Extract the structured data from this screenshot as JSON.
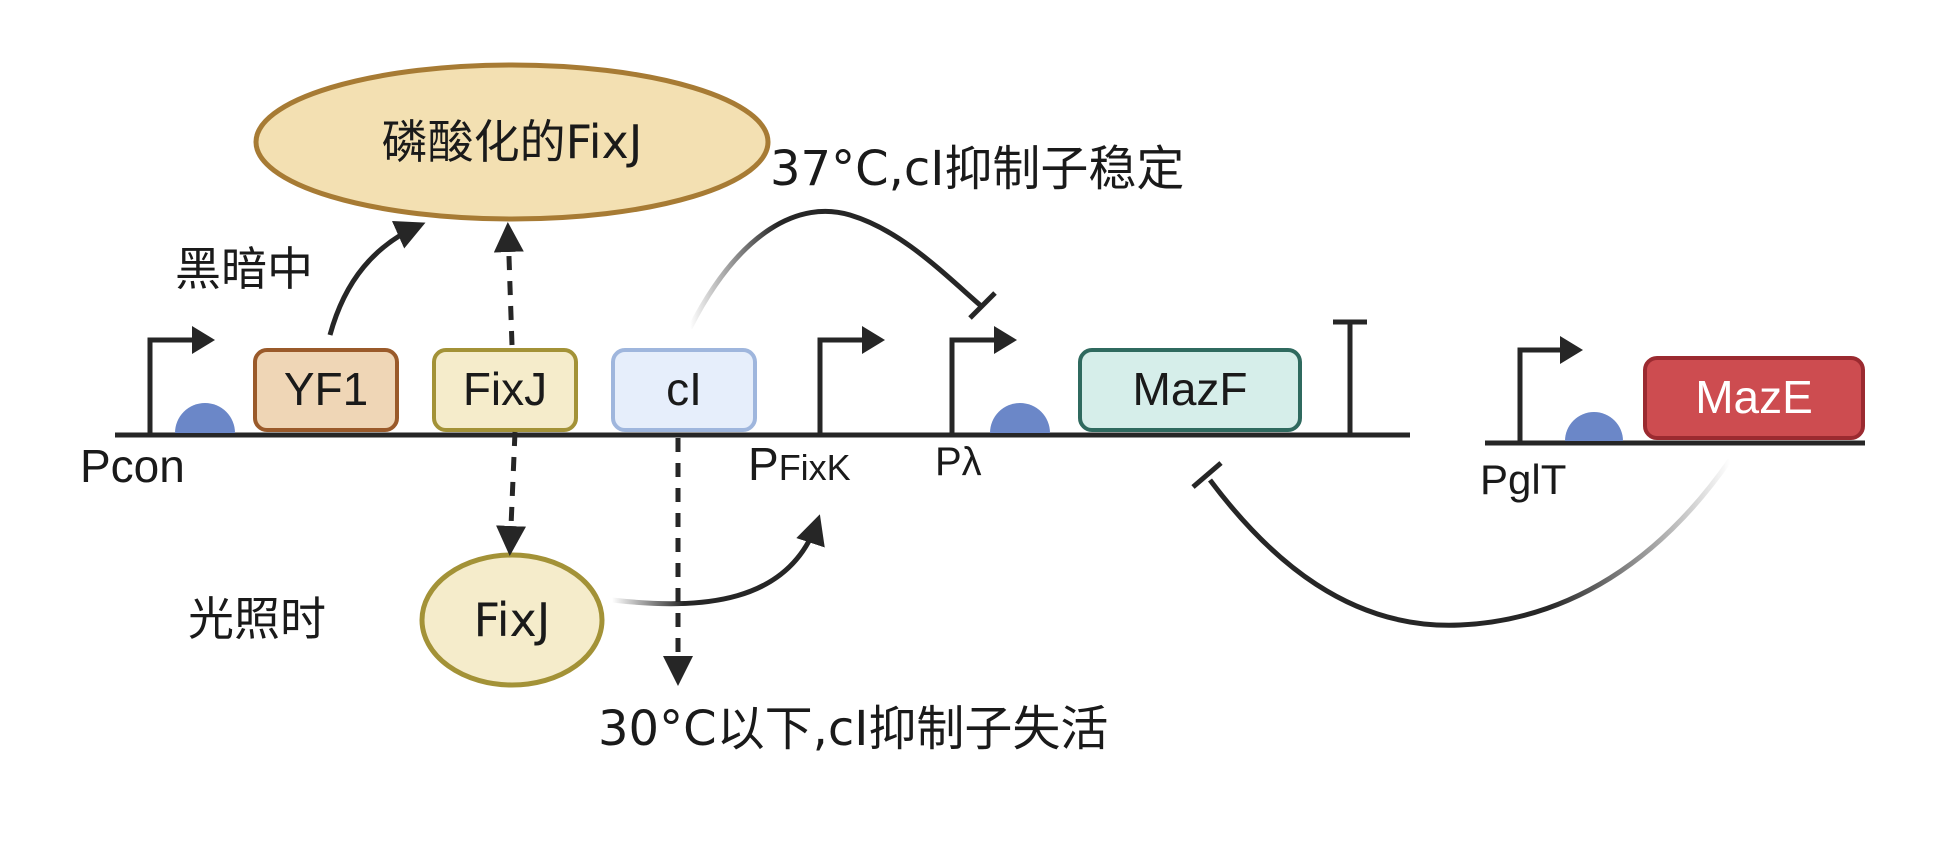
{
  "nodes": {
    "phospho_fixj": "磷酸化的FixJ",
    "fixj_light": "FixJ"
  },
  "conditions": {
    "dark": "黑暗中",
    "light": "光照时",
    "temp_37": "37°C,cI抑制子稳定",
    "temp_30": "30°C以下,cI抑制子失活"
  },
  "genes": {
    "yf1": "YF1",
    "fixj": "FixJ",
    "ci": "cI",
    "mazf": "MazF",
    "maze": "MazE"
  },
  "promoters": {
    "pcon": "Pcon",
    "pfixk_p": "P",
    "pfixk_sub": "FixK",
    "plambda": "Pλ",
    "pglt": "PglT"
  },
  "colors": {
    "yf1_fill": "#efd6b6",
    "yf1_stroke": "#9a5a2a",
    "fixj_fill": "#f5eccb",
    "fixj_stroke": "#a39237",
    "ci_fill": "#e6eefb",
    "ci_stroke": "#9fb6dd",
    "mazf_fill": "#d6eeea",
    "mazf_stroke": "#2f6a5f",
    "maze_fill": "#cd4c50",
    "maze_stroke": "#9b2a30",
    "ribosome": "#6b87c8",
    "phospho_fill": "#f3e0b2",
    "phospho_stroke": "#a77b34"
  }
}
